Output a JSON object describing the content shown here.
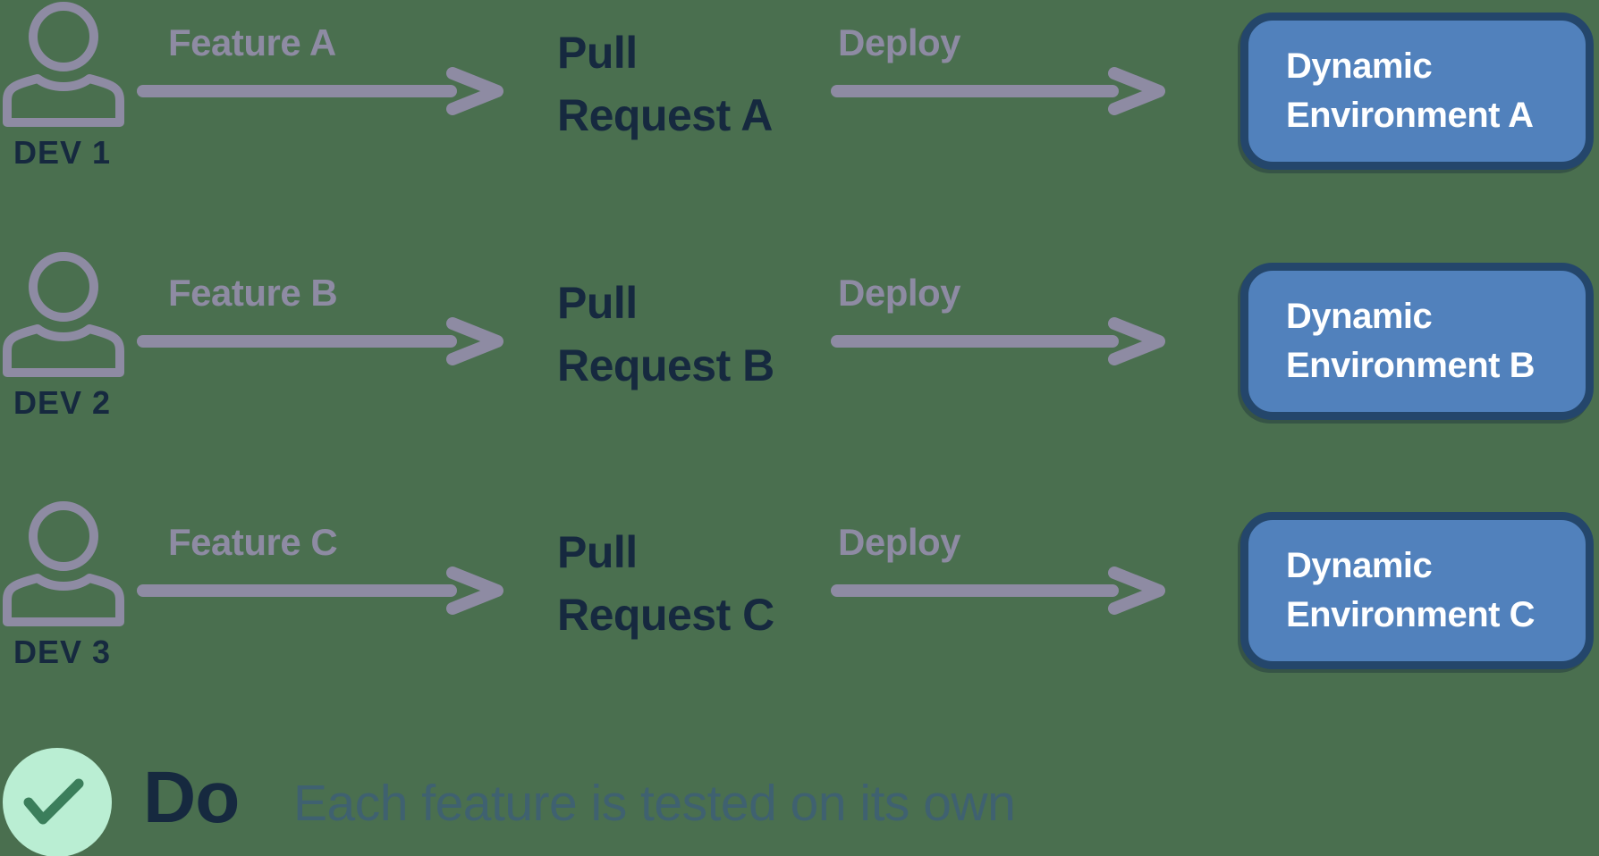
{
  "colors": {
    "background": "#4A6F4F",
    "muted": "#8E8BA3",
    "navy": "#16293F",
    "box_fill": "#5181BC",
    "box_border": "#24466B",
    "box_text": "#FFFFFF",
    "check_bg": "#BAEED3",
    "check_stroke": "#3B7E5B",
    "footer_note": "#3F6170"
  },
  "icons": {
    "developer": "person-icon",
    "flow": "arrow-right-icon",
    "approve": "checkmark-icon"
  },
  "rows": [
    {
      "dev_label": "DEV 1",
      "feature_label": "Feature A",
      "pull_request": {
        "line1": "Pull",
        "line2": "Request A"
      },
      "deploy_label": "Deploy",
      "environment": {
        "line1": "Dynamic",
        "line2": "Environment A"
      }
    },
    {
      "dev_label": "DEV 2",
      "feature_label": "Feature B",
      "pull_request": {
        "line1": "Pull",
        "line2": "Request B"
      },
      "deploy_label": "Deploy",
      "environment": {
        "line1": "Dynamic",
        "line2": "Environment B"
      }
    },
    {
      "dev_label": "DEV 3",
      "feature_label": "Feature C",
      "pull_request": {
        "line1": "Pull",
        "line2": "Request C"
      },
      "deploy_label": "Deploy",
      "environment": {
        "line1": "Dynamic",
        "line2": "Environment C"
      }
    }
  ],
  "footer": {
    "do_label": "Do",
    "note": "Each feature is tested on its own"
  }
}
